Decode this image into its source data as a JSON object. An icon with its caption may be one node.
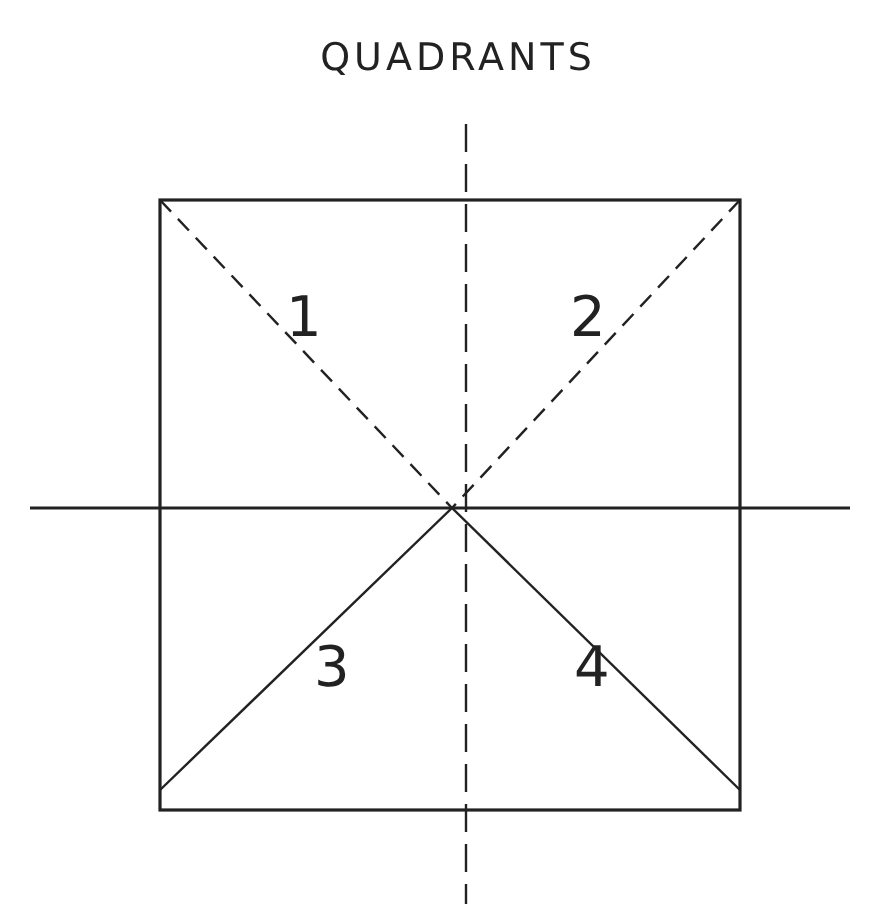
{
  "diagram": {
    "title": "QUADRANTS",
    "labels": [
      "1",
      "2",
      "3",
      "4"
    ]
  }
}
